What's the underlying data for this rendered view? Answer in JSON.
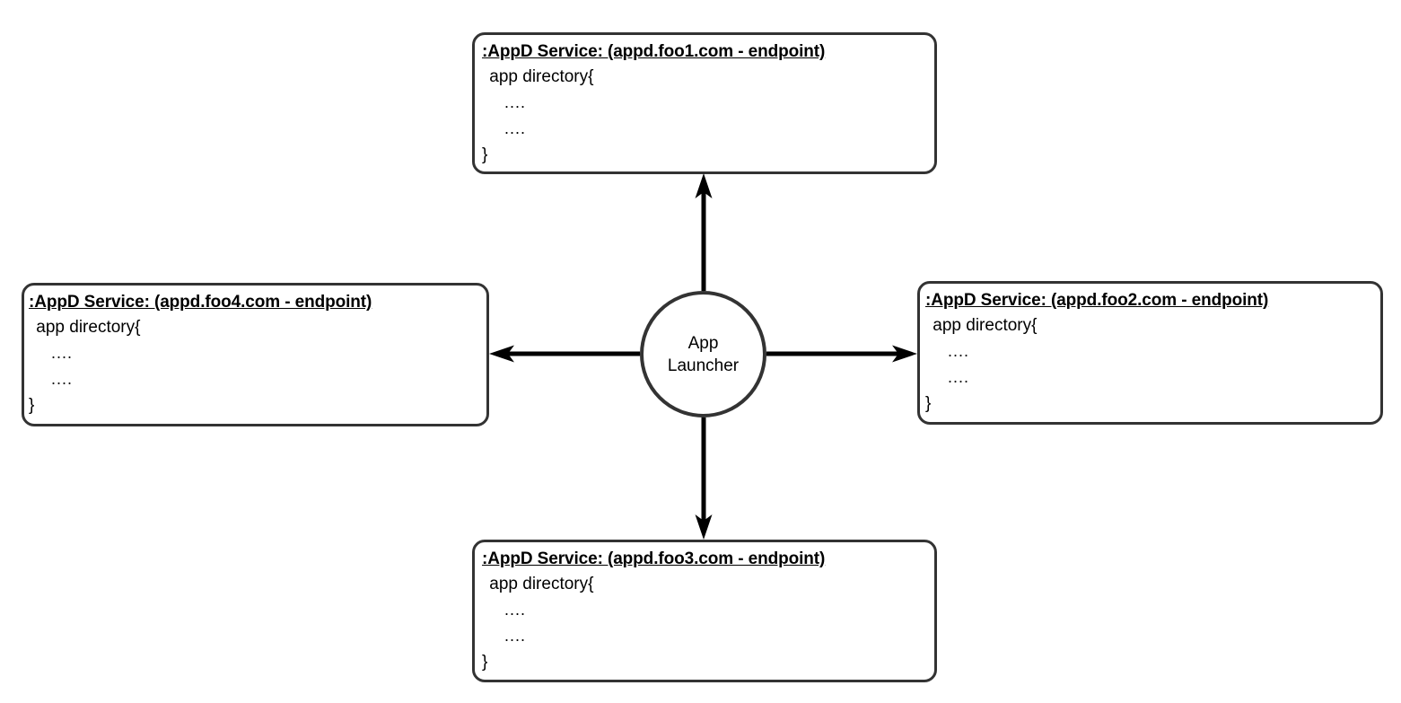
{
  "diagram": {
    "hub": {
      "label_line1": "App",
      "label_line2": "Launcher"
    },
    "nodes": [
      {
        "id": "appd-service-foo1",
        "position": "top",
        "title": ":AppD Service: (appd.foo1.com - endpoint)",
        "body": [
          " app directory{",
          "....",
          "....",
          "}"
        ]
      },
      {
        "id": "appd-service-foo2",
        "position": "right",
        "title": ":AppD Service: (appd.foo2.com - endpoint)",
        "body": [
          " app directory{",
          "....",
          "....",
          "}"
        ]
      },
      {
        "id": "appd-service-foo3",
        "position": "bottom",
        "title": ":AppD Service: (appd.foo3.com - endpoint)",
        "body": [
          " app directory{",
          "....",
          "....",
          "}"
        ]
      },
      {
        "id": "appd-service-foo4",
        "position": "left",
        "title": ":AppD Service: (appd.foo4.com - endpoint)",
        "body": [
          " app directory{",
          "....",
          "....",
          "}"
        ]
      }
    ],
    "edges": [
      {
        "from": "App Launcher",
        "to": "appd-service-foo1",
        "direction": "up"
      },
      {
        "from": "App Launcher",
        "to": "appd-service-foo2",
        "direction": "right"
      },
      {
        "from": "App Launcher",
        "to": "appd-service-foo3",
        "direction": "down"
      },
      {
        "from": "App Launcher",
        "to": "appd-service-foo4",
        "direction": "left"
      }
    ],
    "colors": {
      "stroke": "#333333",
      "text": "#000000",
      "background": "#ffffff"
    }
  }
}
